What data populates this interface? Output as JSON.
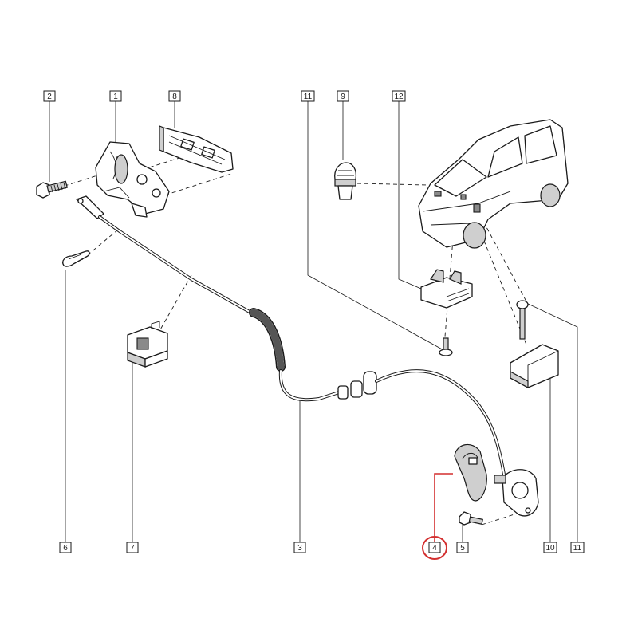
{
  "callouts": [
    {
      "id": "c2",
      "label": "2"
    },
    {
      "id": "c1",
      "label": "1"
    },
    {
      "id": "c8",
      "label": "8"
    },
    {
      "id": "c11a",
      "label": "11"
    },
    {
      "id": "c9",
      "label": "9"
    },
    {
      "id": "c12",
      "label": "12"
    },
    {
      "id": "c6",
      "label": "6"
    },
    {
      "id": "c7",
      "label": "7"
    },
    {
      "id": "c3",
      "label": "3"
    },
    {
      "id": "c4",
      "label": "4"
    },
    {
      "id": "c5",
      "label": "5"
    },
    {
      "id": "c10",
      "label": "10"
    },
    {
      "id": "c11b",
      "label": "11"
    }
  ],
  "highlight": {
    "callout": "4",
    "color": "#d32f2f"
  }
}
